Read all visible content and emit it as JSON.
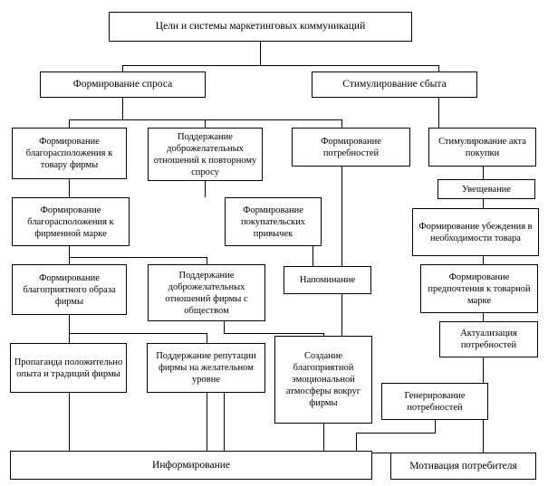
{
  "diagram": {
    "title_node": "Цели и системы маркетинговых коммуникаций",
    "nodes": {
      "root": "Цели и системы маркетинговых коммуникаций",
      "demand_formation": "Формирование спроса",
      "sales_stimulation": "Стимулирование сбыта",
      "favor_to_product": "Формирование благорасположения к товару фирмы",
      "goodwill_repeat_demand": "Поддержание доброжелательных отношений к повторному спросу",
      "needs_formation": "Формирование потребностей",
      "purchase_act_stimulation": "Стимулирование акта покупки",
      "persuasion": "Увещевание",
      "favor_to_brand": "Формирование благорасположения к фирменной марке",
      "buying_habits": "Формирование покупательских привычек",
      "conviction_need_product": "Формирование убеждения в необходимости товара",
      "favorable_image": "Формирование благоприятного образа фирмы",
      "goodwill_with_society": "Поддержание доброжелательных отношений фирмы с обществом",
      "reminder": "Напоминание",
      "preference_to_brand": "Формирование предпочтения к товарной марке",
      "propaganda": "Пропаганда положительно опыта и традиций фирмы",
      "reputation_support": "Поддержание репутации фирмы на желательном уровне",
      "emotional_atmosphere": "Создание благоприятной эмоциональной атмосферы вокруг фирмы",
      "needs_actualization": "Актуализация потребностей",
      "needs_generation": "Генерирование потребностей",
      "informing": "Информирование",
      "consumer_motivation": "Мотивация потребителя"
    },
    "colors": {
      "border": "#000000",
      "background": "#ffffff",
      "text": "#000000"
    }
  }
}
